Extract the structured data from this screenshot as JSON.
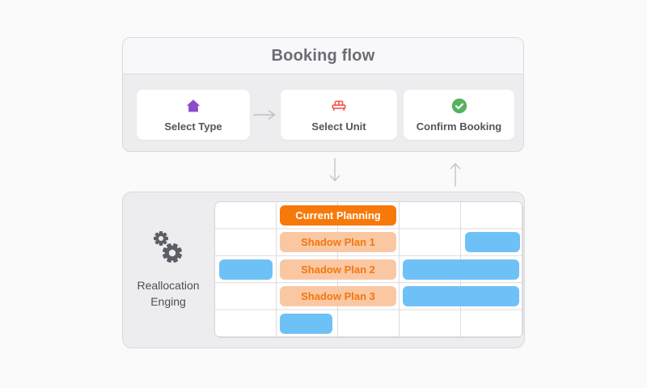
{
  "booking_flow": {
    "title": "Booking flow",
    "steps": [
      {
        "label": "Select Type",
        "icon": "home-icon",
        "icon_color": "#8d4bcc"
      },
      {
        "label": "Select Unit",
        "icon": "bed-icon",
        "icon_color": "#f4584a"
      },
      {
        "label": "Confirm Booking",
        "icon": "check-circle-icon",
        "icon_color": "#57b15e"
      }
    ],
    "connector_between_steps": "right-arrow-icon"
  },
  "connectors": {
    "flow_to_engine": "down-arrow-icon",
    "engine_to_flow": "up-arrow-icon"
  },
  "reallocation_engine": {
    "icon": "gears-icon",
    "lines": [
      "Reallocation",
      "Enging"
    ]
  },
  "planning_grid": {
    "rows": 5,
    "columns": 5,
    "plans": [
      {
        "label": "Current Planning",
        "type": "current",
        "row": 1,
        "col_start": 2,
        "col_end": 3
      },
      {
        "label": "Shadow Plan 1",
        "type": "shadow",
        "row": 2,
        "col_start": 2,
        "col_end": 3
      },
      {
        "label": "Shadow Plan 2",
        "type": "shadow",
        "row": 3,
        "col_start": 2,
        "col_end": 3
      },
      {
        "label": "Shadow Plan 3",
        "type": "shadow",
        "row": 4,
        "col_start": 2,
        "col_end": 3
      }
    ],
    "booking_bars": [
      {
        "row": 2,
        "col_start": 5,
        "col_end": 5
      },
      {
        "row": 3,
        "col_start": 1,
        "col_end": 1
      },
      {
        "row": 3,
        "col_start": 4,
        "col_end": 5
      },
      {
        "row": 4,
        "col_start": 4,
        "col_end": 5
      },
      {
        "row": 5,
        "col_start": 2,
        "col_end": 2
      }
    ]
  },
  "colors": {
    "page_bg": "#fafafa",
    "card_bg": "#ededef",
    "card_border": "#d9d9de",
    "header_bg": "#f8f8fa",
    "grid_line": "#dcdce0",
    "current_plan": "#f7790b",
    "shadow_plan_bg": "#fac7a3",
    "shadow_plan_text": "#f4770c",
    "booking_bar": "#6ec1f6",
    "arrow_gray": "#c6c6cc",
    "title_text": "#6c6c76",
    "label_text": "#4b4e54"
  }
}
